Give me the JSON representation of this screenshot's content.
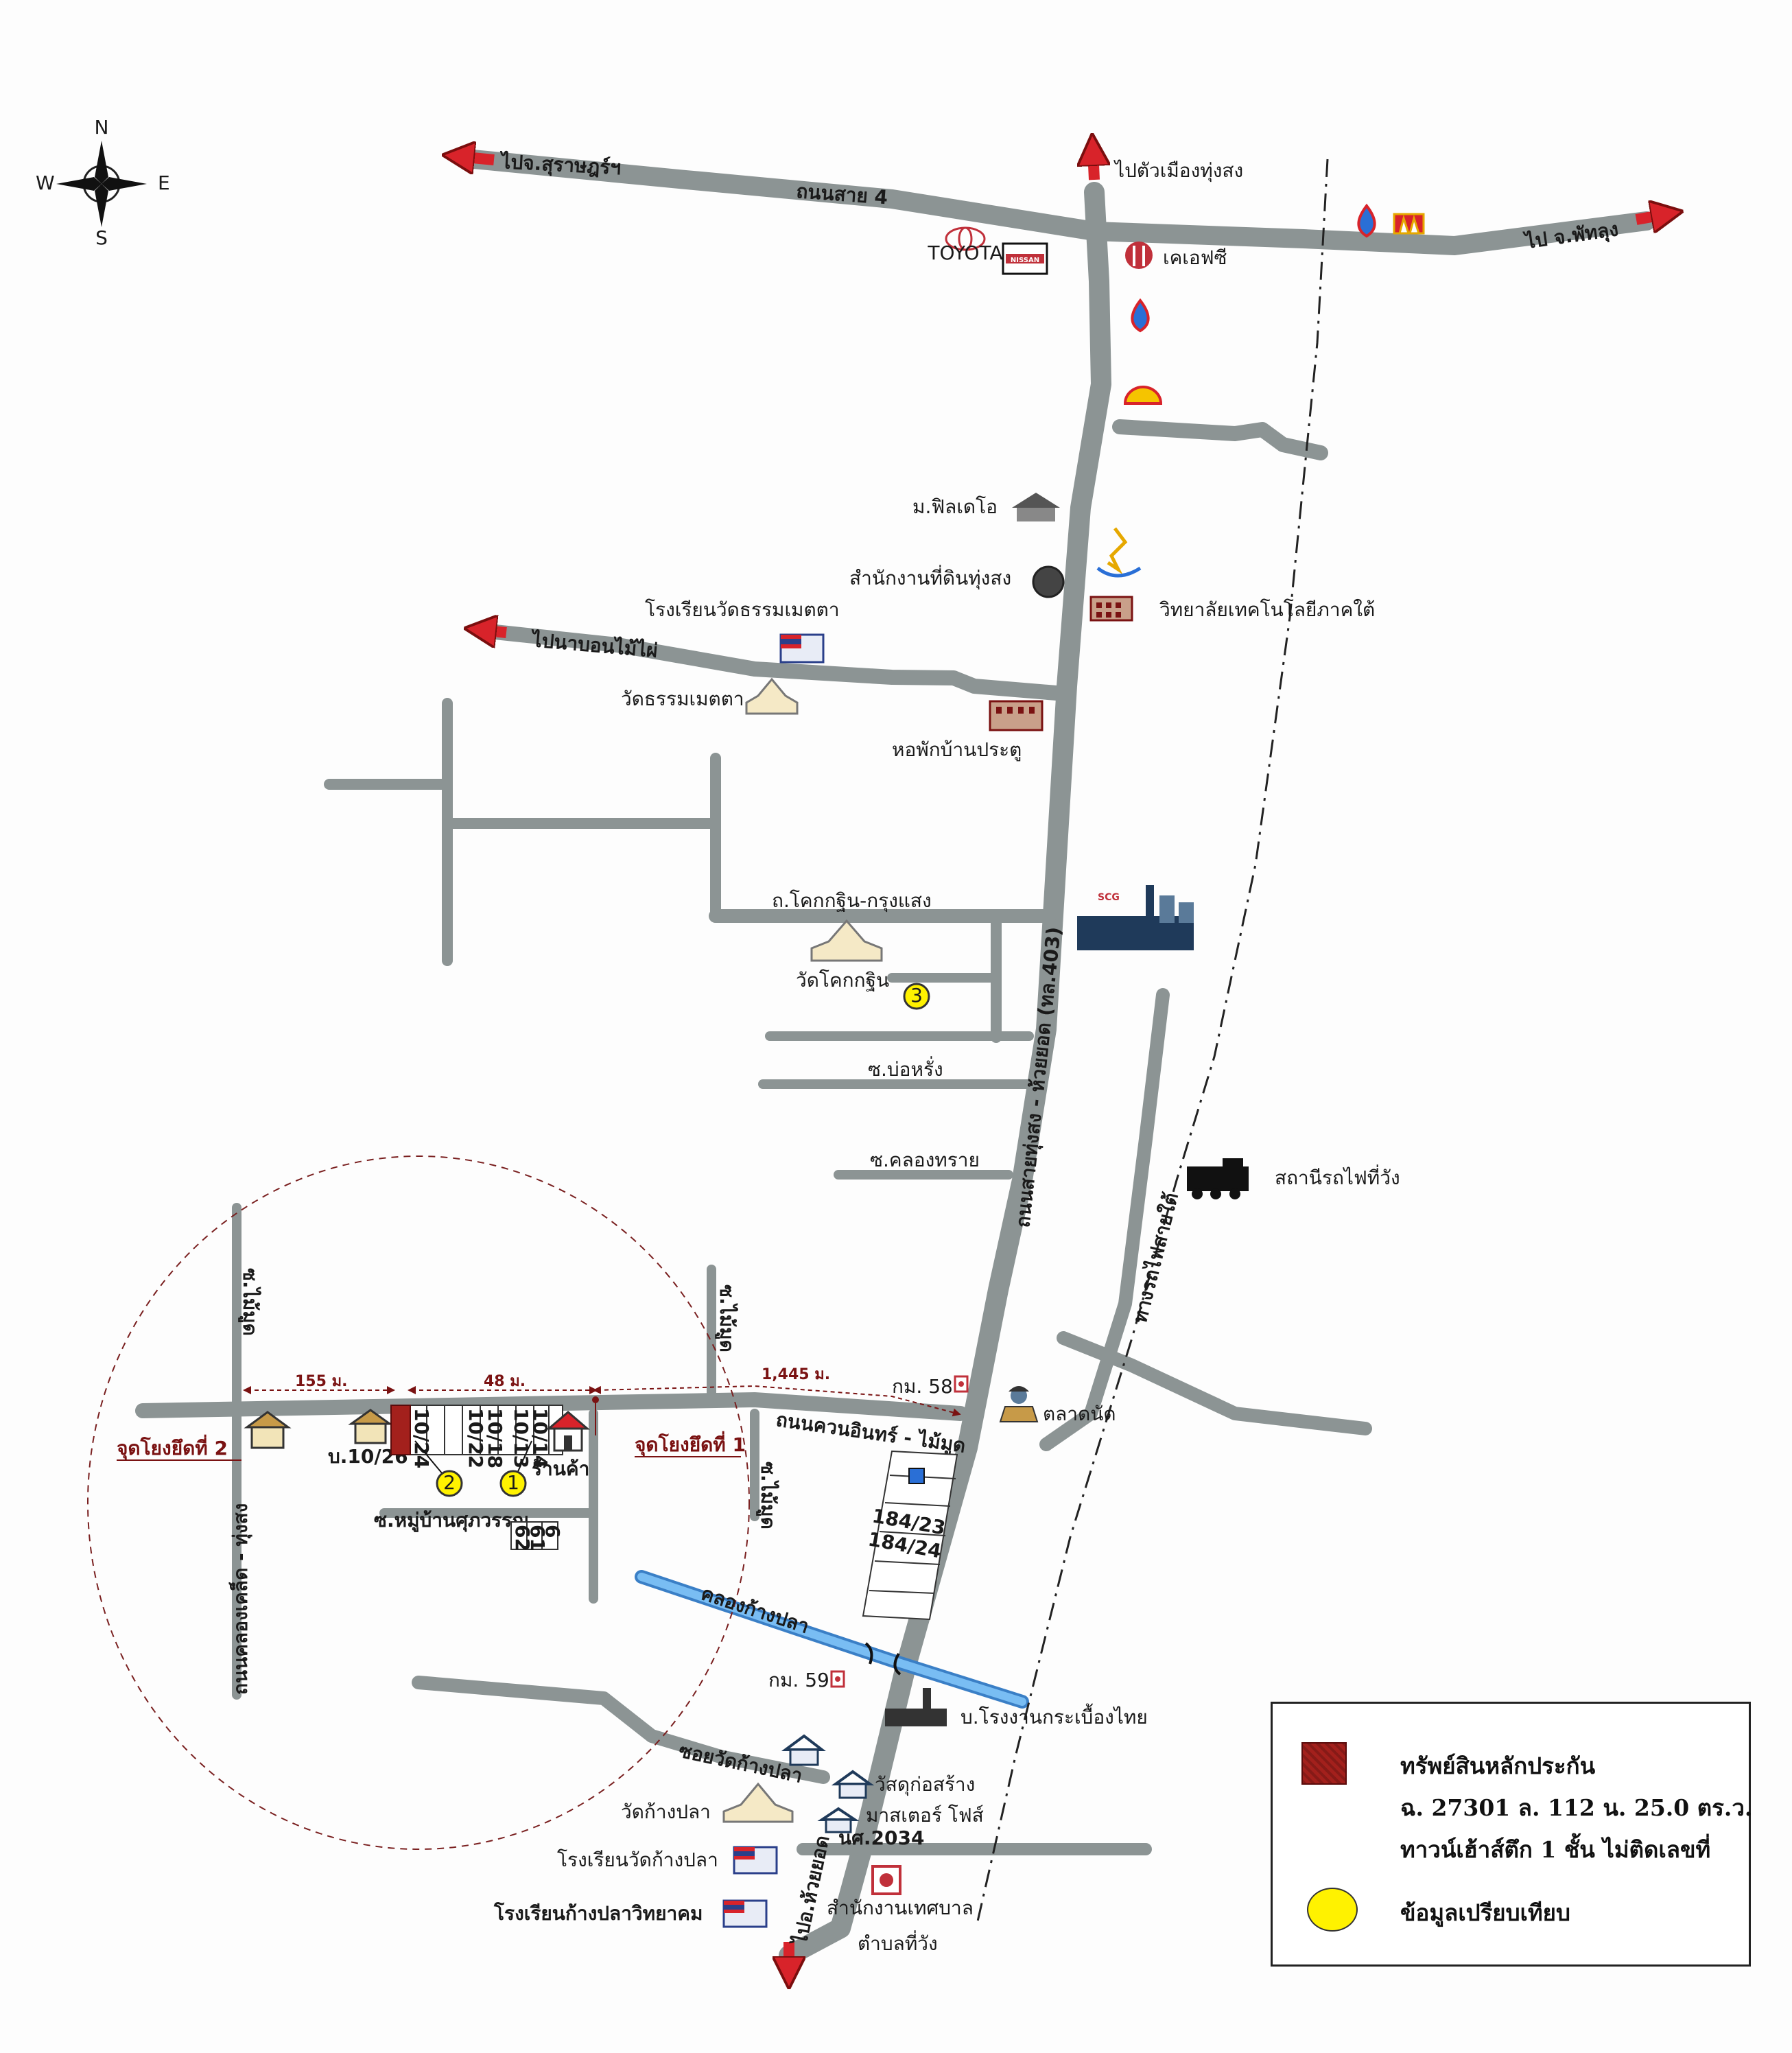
{
  "compass": {
    "n": "N",
    "s": "S",
    "e": "E",
    "w": "W"
  },
  "road_labels": {
    "to_surat": "ไปจ.สุราษฎร์ฯ",
    "asia4": "ถนนสาย 4",
    "to_thungsong": "ไปตัวเมืองทุ่งสง",
    "to_phatthalung": "ไป จ.พัทลุง",
    "to_nabon": "ไปนาบอนไม้ไผ่",
    "kokkrajin_rd": "ถ.โคกกฐิน-กรุงแสง",
    "bo_rang": "ซ.บ่อหรั่ง",
    "klong_sai": "ซ.คลองทราย",
    "main_rd": "ถนนสายทุ่งสง - ห้วยยอด (ทล.403)",
    "rail": "ทางรถไฟสายใต้",
    "nakhon_rd": "ถนนควนอินทร์ - ไม้มูด",
    "soi_left": "ถนนคลองเคล็ด - ทุ่งสง",
    "soi_baan": "ซ.หมู่บ้านศุภวรรณ",
    "soi_wat": "ซอยวัดก้างปลา",
    "nsh": "นศ.2034",
    "to_huaiyot": "ไปอ.ห้วยยอด",
    "klong": "คลองก้างปลา",
    "maimood1": "ซ.ไม้มูด",
    "maimood2": "ซ.ไม้มูด",
    "maimood3": "ซ.ไม้มูด"
  },
  "pois": {
    "toyota": "TOYOTA",
    "nissan": "NISSAN",
    "kfc": "เคเอฟซี",
    "philatelic": "ม.ฟิลเดโอ",
    "land_office": "สำนักงานที่ดินทุ่งสง",
    "tech_college": "วิทยาลัยเทคโนโลยีภาคใต้",
    "school1": "โรงเรียนวัดธรรมเมตตา",
    "temple1": "วัดธรรมเมตตา",
    "dorm": "หอพักบ้านประตู",
    "scg": "SCG",
    "wat_kokkrajin": "วัดโคกกฐิน",
    "train_station": "สถานีรถไฟที่วัง",
    "market": "ตลาดนัด",
    "km58": "กม. 58",
    "km59": "กม. 59",
    "tile_factory": "บ.โรงงานกระเบื้องไทย",
    "building_store": "วัสดุก่อสร้าง",
    "building_store2": "มาสเตอร์ โฟส์",
    "wat_kangpla": "วัดก้างปลา",
    "school_kangpla": "โรงเรียนวัดก้างปลา",
    "school_kangpla2": "โรงเรียนก้างปลาวิทยาคม",
    "municipal": "สำนักงานเทศบาล",
    "municipal2": "ตำบลที่วัง",
    "shop": "ร้านค้า",
    "house_1026": "บ.10/26",
    "ref1": "จุดโยงยึดที่ 1",
    "ref2": "จุดโยงยึดที่ 2"
  },
  "distances": {
    "d155": "155 ม.",
    "d48": "48 ม.",
    "d1445": "1,445 ม."
  },
  "plots": [
    "10/24",
    "10/22",
    "10/18",
    "10/13",
    "10/14"
  ],
  "plots_lower": [
    "62",
    "61",
    "6"
  ],
  "plots_right": [
    "184/23",
    "184/24"
  ],
  "comparables": [
    "1",
    "2",
    "3"
  ],
  "legend": {
    "title": "ทรัพย์สินหลักประกัน",
    "line1": "ฉ. 27301 ล. 112 น. 25.0 ตร.ว.",
    "line2": "ทาวน์เฮ้าส์ตึก 1 ชั้น ไม่ติดเลขที่",
    "compare": "ข้อมูลเปรียบเทียบ"
  },
  "colors": {
    "road": "#8c9494",
    "arrow": "#d8232a",
    "collateral": "#a3201c",
    "comparable": "#fff200",
    "canal": "#5aa6e8",
    "label_red": "#7a1212"
  }
}
